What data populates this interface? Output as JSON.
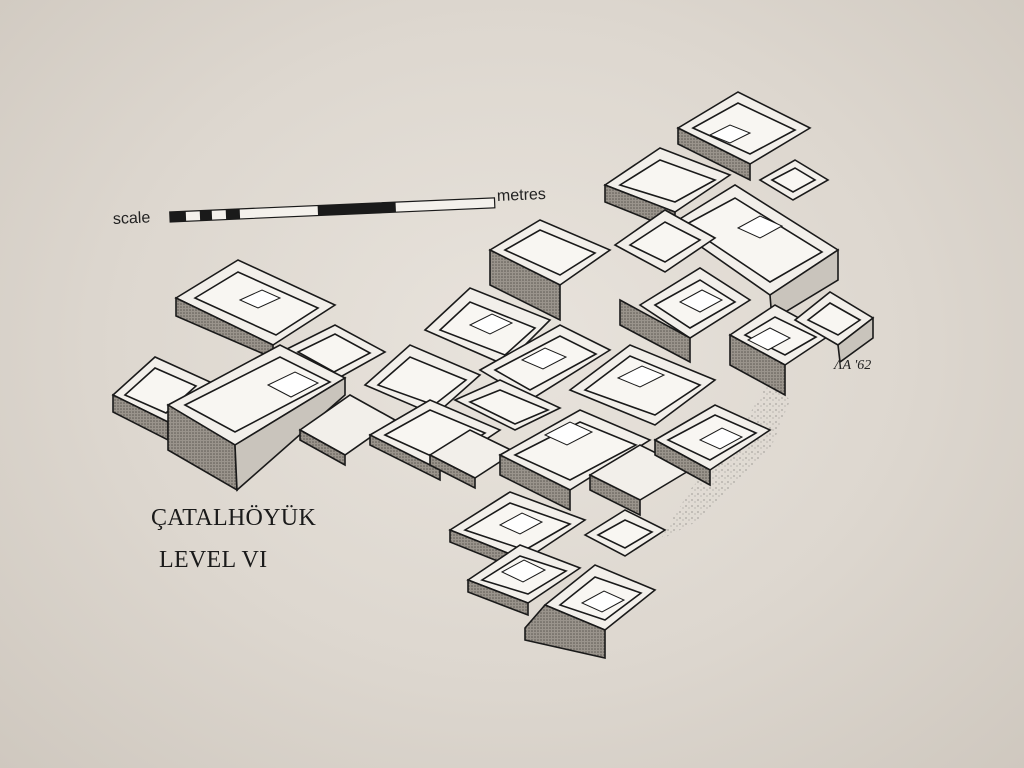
{
  "scale": {
    "label": "scale",
    "unit": "metres"
  },
  "title": {
    "line1": "ÇATALHÖYÜK",
    "line2": "LEVEL VI"
  },
  "signature": "ΛΑ '62",
  "colors": {
    "paper": "#e4dfd8",
    "ink": "#1a1a1a",
    "wall_top": "#f2efea",
    "wall_side": "#8a857e"
  }
}
